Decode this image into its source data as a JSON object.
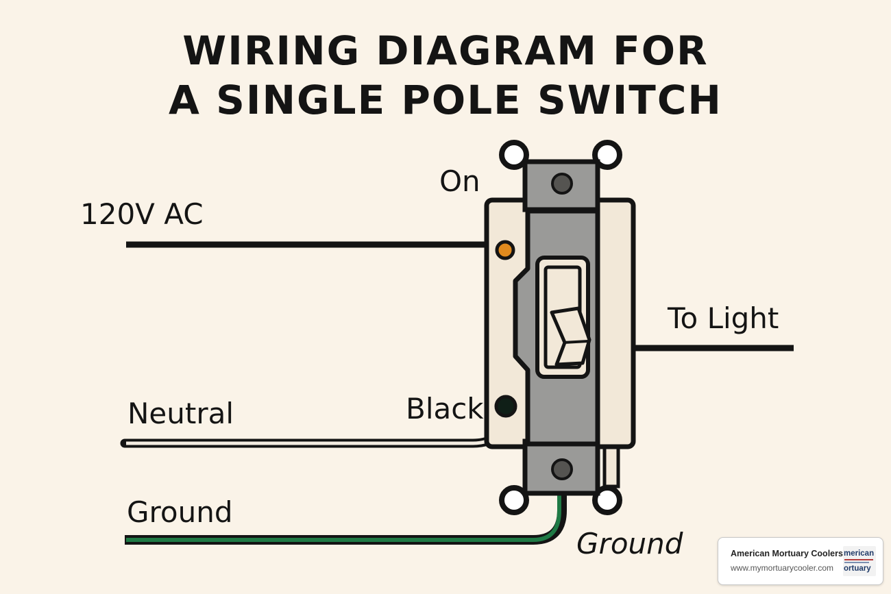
{
  "title": {
    "line1": "WIRING DIAGRAM FOR",
    "line2": "A SINGLE POLE SWITCH"
  },
  "labels": {
    "supply": "120V AC",
    "on": "On",
    "to_light": "To Light",
    "neutral": "Neutral",
    "black": "Black",
    "ground_left": "Ground",
    "ground_bottom": "Ground"
  },
  "colors": {
    "background": "#faf3e8",
    "wire_black": "#141414",
    "neutral_wire": "#f4ede2",
    "ground_wire": "#1f7a45",
    "terminal_brass": "#e08a1e",
    "switch_body": "#9a9a98",
    "switch_plate": "#f2e8d8"
  },
  "watermark": {
    "name": "American Mortuary Coolers",
    "url": "www.mymortuarycooler.com",
    "logo_line1": "merican",
    "logo_line2": "ortuary"
  }
}
